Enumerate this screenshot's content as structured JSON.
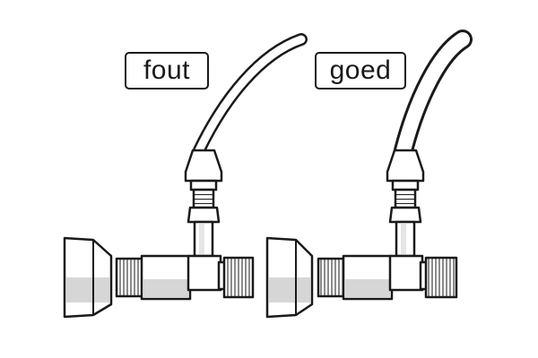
{
  "labels": {
    "wrong": "fout",
    "right": "goed"
  },
  "colors": {
    "line": "#1a1a1a",
    "shade": "#d6d6d6",
    "background": "#ffffff"
  },
  "panels": [
    {
      "name": "wrong",
      "hose": "thin-hose"
    },
    {
      "name": "right",
      "hose": "thick-hose"
    }
  ]
}
